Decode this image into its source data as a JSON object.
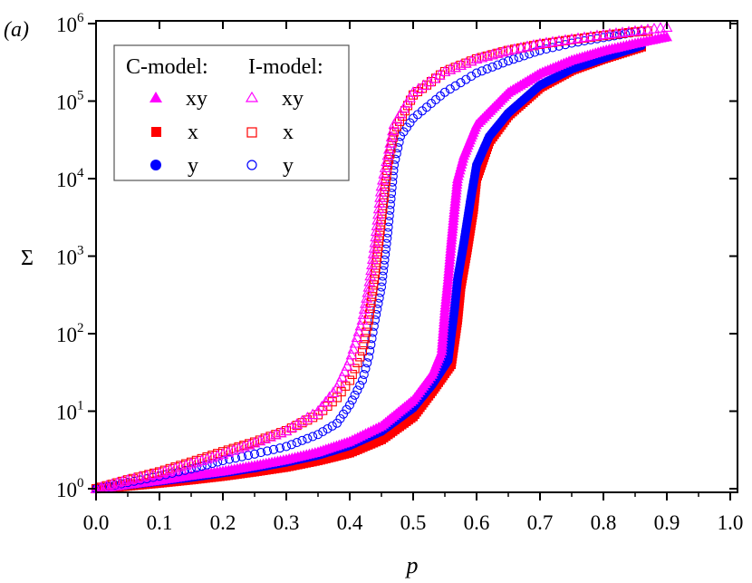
{
  "panel_label": "(a)",
  "chart_data": {
    "type": "scatter",
    "title": "",
    "xlabel": "p",
    "ylabel": "Σ",
    "xlim": [
      0.0,
      1.0
    ],
    "ylim": [
      1,
      1000000
    ],
    "yscale": "log",
    "grid": false,
    "x_ticks": [
      "0.0",
      "0.1",
      "0.2",
      "0.3",
      "0.4",
      "0.5",
      "0.6",
      "0.7",
      "0.8",
      "0.9",
      "1.0"
    ],
    "y_ticks": [
      {
        "base": "10",
        "exp": "0"
      },
      {
        "base": "10",
        "exp": "1"
      },
      {
        "base": "10",
        "exp": "2"
      },
      {
        "base": "10",
        "exp": "3"
      },
      {
        "base": "10",
        "exp": "4"
      },
      {
        "base": "10",
        "exp": "5"
      },
      {
        "base": "10",
        "exp": "6"
      }
    ],
    "legend": {
      "placement": "top-left",
      "headers": [
        "C-model:",
        "I-model:"
      ],
      "labels": [
        "xy",
        "x",
        "y"
      ]
    },
    "series": [
      {
        "name": "C-model x",
        "model": "C",
        "direction": "x",
        "marker": "square",
        "filled": true,
        "color": "#ff0000",
        "x": [
          0,
          0.05,
          0.1,
          0.15,
          0.2,
          0.25,
          0.3,
          0.35,
          0.4,
          0.45,
          0.5,
          0.53,
          0.56,
          0.57,
          0.575,
          0.585,
          0.595,
          0.6,
          0.62,
          0.65,
          0.7,
          0.75,
          0.8,
          0.86
        ],
        "y": [
          1,
          1.08,
          1.18,
          1.3,
          1.45,
          1.65,
          1.9,
          2.3,
          2.9,
          4.3,
          8.5,
          18,
          40,
          150,
          400,
          1200,
          4000,
          10000,
          30000,
          65000,
          150000,
          250000,
          350000,
          500000
        ]
      },
      {
        "name": "C-model y",
        "model": "C",
        "direction": "y",
        "marker": "circle",
        "filled": true,
        "color": "#0000ff",
        "x": [
          0,
          0.05,
          0.1,
          0.15,
          0.2,
          0.25,
          0.3,
          0.35,
          0.4,
          0.45,
          0.5,
          0.53,
          0.555,
          0.565,
          0.57,
          0.58,
          0.59,
          0.6,
          0.62,
          0.65,
          0.7,
          0.75,
          0.8,
          0.86
        ],
        "y": [
          1,
          1.12,
          1.25,
          1.4,
          1.6,
          1.85,
          2.2,
          2.7,
          3.6,
          5.5,
          11,
          22,
          45,
          200,
          500,
          1500,
          5000,
          15000,
          35000,
          70000,
          160000,
          260000,
          360000,
          520000
        ]
      },
      {
        "name": "C-model xy",
        "model": "C",
        "direction": "xy",
        "marker": "triangle",
        "filled": true,
        "color": "#ff00ff",
        "x": [
          0,
          0.05,
          0.1,
          0.15,
          0.2,
          0.25,
          0.3,
          0.35,
          0.4,
          0.45,
          0.5,
          0.53,
          0.545,
          0.55,
          0.555,
          0.56,
          0.565,
          0.57,
          0.58,
          0.6,
          0.65,
          0.7,
          0.75,
          0.8,
          0.85,
          0.9
        ],
        "y": [
          1,
          1.15,
          1.3,
          1.5,
          1.7,
          2,
          2.4,
          3,
          4.1,
          6.5,
          14,
          30,
          60,
          200,
          500,
          1500,
          4000,
          10000,
          20000,
          50000,
          130000,
          230000,
          340000,
          450000,
          560000,
          680000
        ]
      },
      {
        "name": "I-model y",
        "model": "I",
        "direction": "y",
        "marker": "circle",
        "filled": false,
        "color": "#0000ff",
        "x": [
          0,
          0.05,
          0.1,
          0.15,
          0.2,
          0.25,
          0.3,
          0.35,
          0.38,
          0.4,
          0.42,
          0.43,
          0.44,
          0.45,
          0.46,
          0.47,
          0.48,
          0.5,
          0.55,
          0.6,
          0.65,
          0.7,
          0.75,
          0.8,
          0.86
        ],
        "y": [
          1,
          1.2,
          1.45,
          1.8,
          2.3,
          2.8,
          3.5,
          5,
          7,
          12,
          25,
          50,
          150,
          400,
          2000,
          15000,
          35000,
          60000,
          130000,
          230000,
          330000,
          450000,
          560000,
          660000,
          800000
        ]
      },
      {
        "name": "I-model x",
        "model": "I",
        "direction": "x",
        "marker": "square",
        "filled": false,
        "color": "#ff0000",
        "x": [
          0,
          0.05,
          0.1,
          0.15,
          0.2,
          0.25,
          0.3,
          0.35,
          0.38,
          0.4,
          0.42,
          0.43,
          0.44,
          0.45,
          0.46,
          0.47,
          0.5,
          0.55,
          0.6,
          0.65,
          0.7,
          0.75,
          0.8,
          0.85,
          0.87
        ],
        "y": [
          1,
          1.3,
          1.65,
          2.2,
          3,
          4,
          5.6,
          9,
          15,
          25,
          60,
          150,
          600,
          3000,
          15000,
          40000,
          120000,
          240000,
          350000,
          450000,
          540000,
          620000,
          700000,
          780000,
          800000
        ]
      },
      {
        "name": "I-model xy",
        "model": "I",
        "direction": "xy",
        "marker": "triangle",
        "filled": false,
        "color": "#ff00ff",
        "x": [
          0,
          0.05,
          0.1,
          0.15,
          0.2,
          0.25,
          0.3,
          0.35,
          0.38,
          0.4,
          0.42,
          0.43,
          0.44,
          0.45,
          0.46,
          0.47,
          0.5,
          0.55,
          0.6,
          0.65,
          0.7,
          0.75,
          0.8,
          0.85,
          0.9
        ],
        "y": [
          1,
          1.3,
          1.6,
          2.1,
          2.8,
          3.9,
          5.6,
          10,
          20,
          45,
          150,
          400,
          1500,
          8000,
          20000,
          50000,
          130000,
          240000,
          350000,
          450000,
          550000,
          630000,
          720000,
          800000,
          900000
        ]
      }
    ]
  }
}
